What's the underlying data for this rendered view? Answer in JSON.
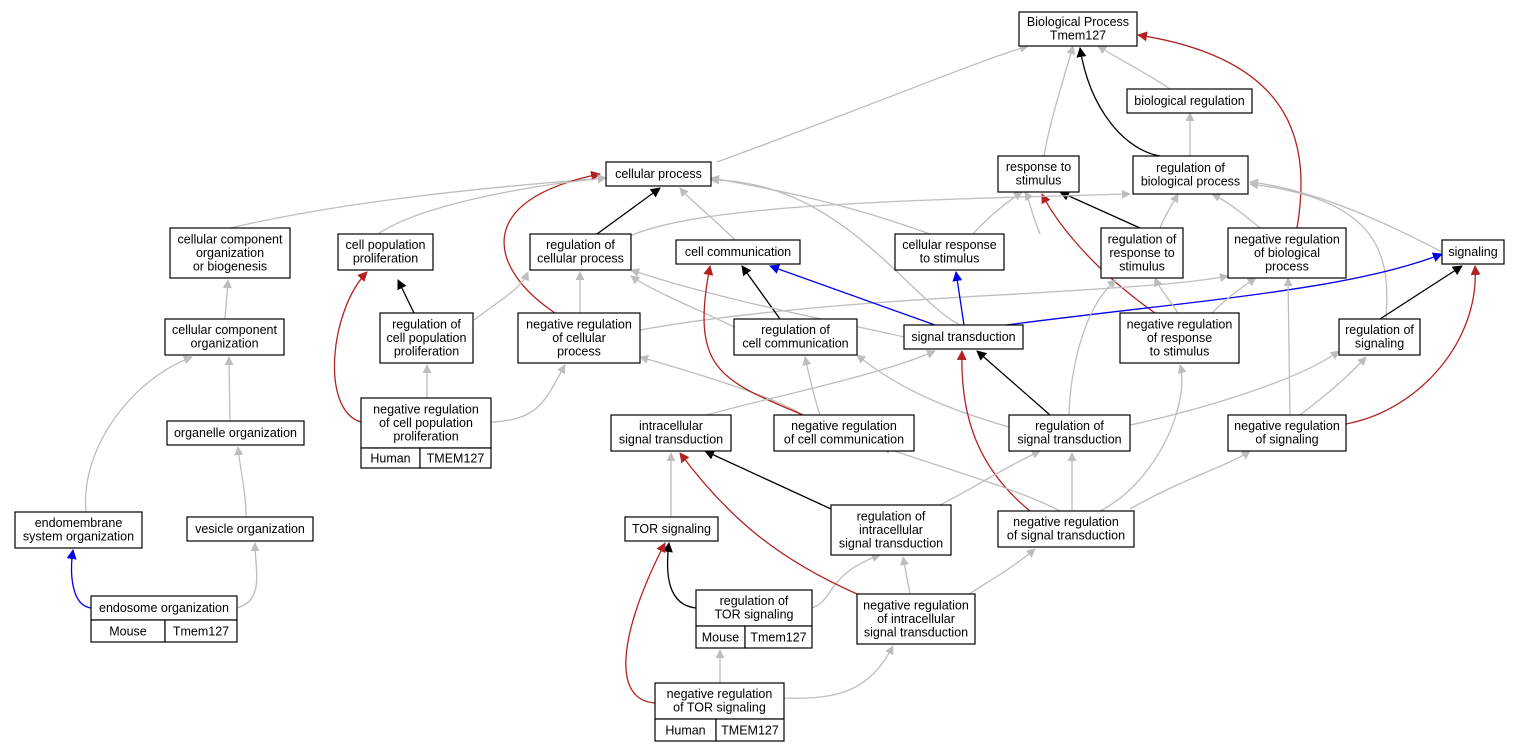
{
  "colors": {
    "edge_is_a": "#bdbdbd",
    "edge_part_of": "#0000ee",
    "edge_regulates": "#000000",
    "edge_negatively_regulates": "#b22222",
    "annotation_human": "#ff6347",
    "annotation_mouse": "#add8e6"
  },
  "nodes": {
    "root": [
      "Biological Process",
      "Tmem127"
    ],
    "biological_regulation": [
      "biological regulation"
    ],
    "cellular_process": [
      "cellular process"
    ],
    "response_to_stimulus": [
      "response to",
      "stimulus"
    ],
    "regulation_of_biological_process": [
      "regulation of",
      "biological process"
    ],
    "ccob": [
      "cellular component",
      "organization",
      "or biogenesis"
    ],
    "cell_population_proliferation": [
      "cell population",
      "proliferation"
    ],
    "regulation_of_cellular_process": [
      "regulation of",
      "cellular process"
    ],
    "cell_communication": [
      "cell communication"
    ],
    "cellular_response_to_stimulus": [
      "cellular response",
      "to stimulus"
    ],
    "regulation_of_response_to_stimulus": [
      "regulation of",
      "response to",
      "stimulus"
    ],
    "negative_regulation_of_biological_process": [
      "negative regulation",
      "of biological",
      "process"
    ],
    "signaling": [
      "signaling"
    ],
    "cellular_component_organization": [
      "cellular component",
      "organization"
    ],
    "regulation_of_cell_population_proliferation": [
      "regulation of",
      "cell population",
      "proliferation"
    ],
    "negative_regulation_of_cellular_process": [
      "negative regulation",
      "of cellular",
      "process"
    ],
    "regulation_of_cell_communication": [
      "regulation of",
      "cell communication"
    ],
    "signal_transduction": [
      "signal transduction"
    ],
    "negative_regulation_of_response_to_stimulus": [
      "negative regulation",
      "of response",
      "to stimulus"
    ],
    "regulation_of_signaling": [
      "regulation of",
      "signaling"
    ],
    "nr_cell_population_proliferation": [
      "negative regulation",
      "of cell population",
      "proliferation"
    ],
    "organelle_organization": [
      "organelle organization"
    ],
    "intracellular_signal_transduction": [
      "intracellular",
      "signal transduction"
    ],
    "negative_regulation_of_cell_communication": [
      "negative regulation",
      "of cell communication"
    ],
    "regulation_of_signal_transduction": [
      "regulation of",
      "signal transduction"
    ],
    "negative_regulation_of_signaling": [
      "negative regulation",
      "of signaling"
    ],
    "endomembrane_system_organization": [
      "endomembrane",
      "system organization"
    ],
    "vesicle_organization": [
      "vesicle organization"
    ],
    "tor_signaling": [
      "TOR signaling"
    ],
    "regulation_of_intracellular_signal_transduction": [
      "regulation of",
      "intracellular",
      "signal transduction"
    ],
    "negative_regulation_of_signal_transduction": [
      "negative regulation",
      "of signal transduction"
    ],
    "endosome_organization": [
      "endosome organization"
    ],
    "regulation_of_tor_signaling": [
      "regulation of",
      "TOR signaling"
    ],
    "negative_regulation_of_intracellular_signal_transduction": [
      "negative regulation",
      "of intracellular",
      "signal transduction"
    ],
    "negative_regulation_of_tor_signaling": [
      "negative regulation",
      "of TOR signaling"
    ]
  },
  "annotations": {
    "nr_cell_population_proliferation": [
      "Human",
      "TMEM127"
    ],
    "endosome_organization": [
      "Mouse",
      "Tmem127"
    ],
    "regulation_of_tor_signaling": [
      "Mouse",
      "Tmem127"
    ],
    "negative_regulation_of_tor_signaling": [
      "Human",
      "TMEM127"
    ]
  }
}
